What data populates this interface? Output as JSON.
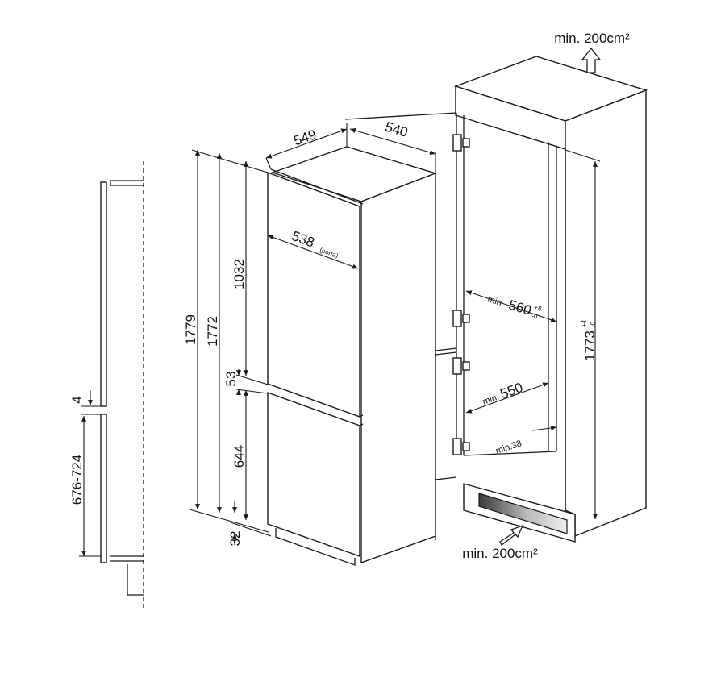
{
  "left_side": {
    "gap": "4",
    "door_range": "676-724"
  },
  "heights": {
    "total": "1779",
    "body": "1772",
    "upper_door": "1032",
    "gap": "53",
    "lower_door": "644",
    "plinth": "32"
  },
  "widths": {
    "width": "549",
    "depth": "540",
    "door_width": "538",
    "door_width_note": "(porta)"
  },
  "niche": {
    "top_vent": "min. 200cm²",
    "bottom_vent": "min. 200cm²",
    "width_min_prefix": "min.",
    "width_min_value": "560",
    "width_tol_plus": "+8",
    "width_tol_minus": "-0",
    "depth_min_prefix": "min.",
    "depth_min_value": "550",
    "gap_min": "min.38",
    "height_value": "1773",
    "height_tol_plus": "+4",
    "height_tol_minus": "-0"
  }
}
